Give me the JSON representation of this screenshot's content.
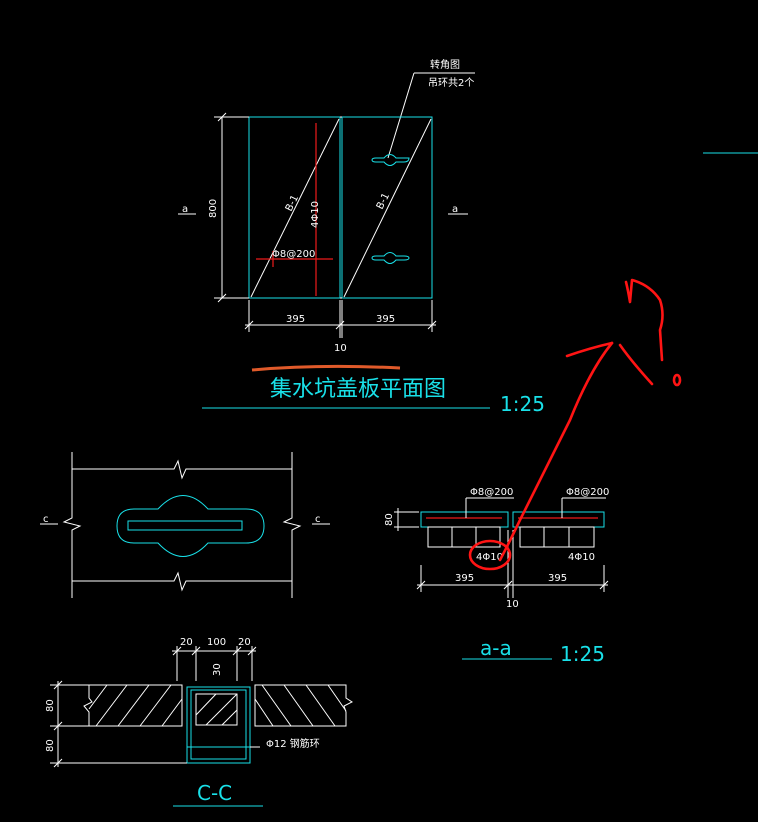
{
  "colors": {
    "background": "#000000",
    "white_lines": "#ffffff",
    "cyan_lines": "#19e0e8",
    "red_lines": "#ee1b1b",
    "markup": "#ff1414"
  },
  "plan": {
    "callout_line1": "转角图",
    "callout_line2": "吊环共2个",
    "section_mark_left": "a",
    "section_mark_right": "a",
    "dim_height": "800",
    "panel_label_left": "B-1",
    "panel_label_right": "B-1",
    "rebar_long": "4Φ10",
    "rebar_dist": "Φ8@200",
    "dim_left": "395",
    "dim_right": "395",
    "dim_gap": "10",
    "title": "集水坑盖板平面图",
    "scale": "1:25"
  },
  "handle_detail": {
    "section_mark_left": "c",
    "section_mark_right": "c"
  },
  "section_a": {
    "rebar_left": "Φ8@200",
    "rebar_right": "Φ8@200",
    "dim_height": "80",
    "bar_left": "4Φ10",
    "bar_right": "4Φ10",
    "dim_left": "395",
    "dim_right": "395",
    "dim_gap": "10",
    "title": "a-a",
    "scale": "1:25"
  },
  "section_c": {
    "dim_a": "20",
    "dim_b": "100",
    "dim_c": "20",
    "dim_depth": "30",
    "dim_slab": "80",
    "dim_lower": "80",
    "steel_note": "Φ12 钢筋环",
    "title": "C-C"
  }
}
